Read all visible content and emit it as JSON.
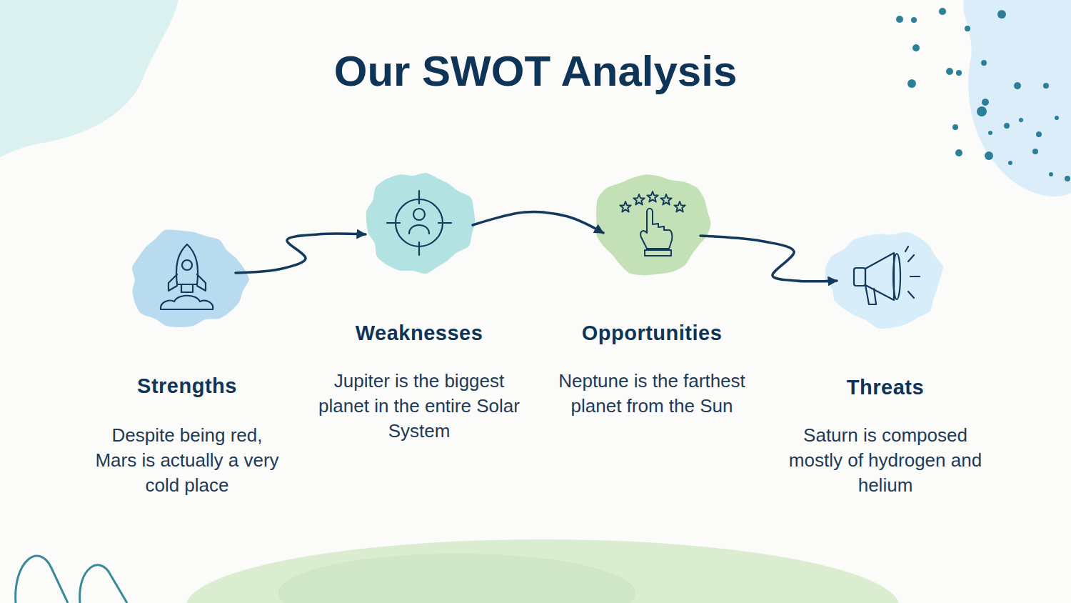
{
  "diagram": {
    "title": "Our SWOT Analysis",
    "nodes": [
      {
        "text": [
          "Strengths",
          "Despite being red, Mars is actually a very cold place"
        ]
      },
      {
        "text": [
          "Weaknesses",
          "Jupiter is the biggest planet in the entire Solar System"
        ]
      },
      {
        "text": [
          "Opportunities",
          "Neptune is the farthest planet from the Sun"
        ]
      },
      {
        "text": [
          "Threats",
          "Saturn is composed mostly of hydrogen and helium"
        ]
      }
    ],
    "edges": [
      {
        "from": 0,
        "to": 1,
        "arrow": "to"
      },
      {
        "from": 1,
        "to": 2,
        "arrow": "to"
      },
      {
        "from": 2,
        "to": 3,
        "arrow": "to"
      }
    ]
  }
}
